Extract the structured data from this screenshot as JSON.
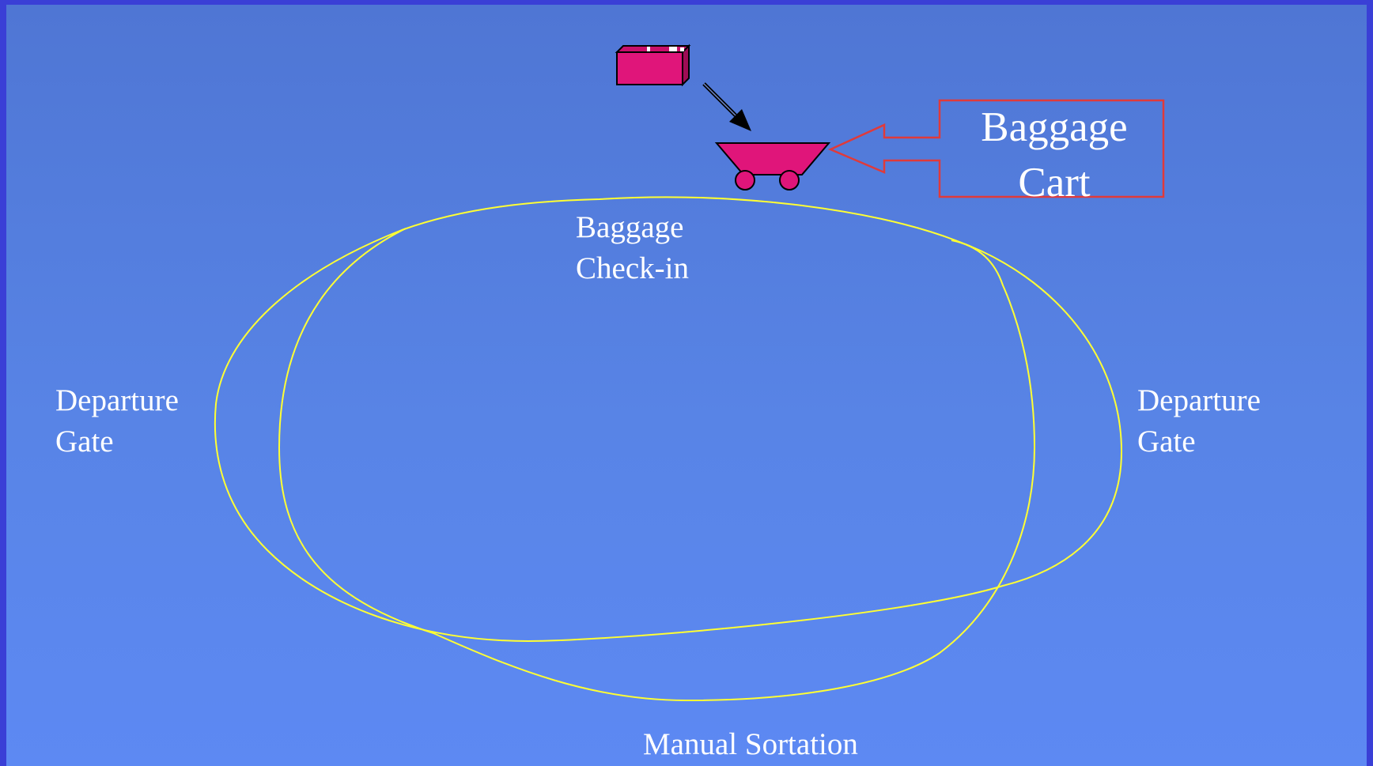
{
  "diagram": {
    "callout": {
      "line1": "Baggage",
      "line2": "Cart"
    },
    "labels": {
      "checkin_line1": "Baggage",
      "checkin_line2": "Check-in",
      "left_gate_line1": "Departure",
      "left_gate_line2": "Gate",
      "right_gate_line1": "Departure",
      "right_gate_line2": "Gate",
      "manual_sortation": "Manual Sortation"
    },
    "colors": {
      "loop": "#ffff33",
      "baggage": "#e0157a",
      "callout_border": "#e03a3a"
    }
  }
}
